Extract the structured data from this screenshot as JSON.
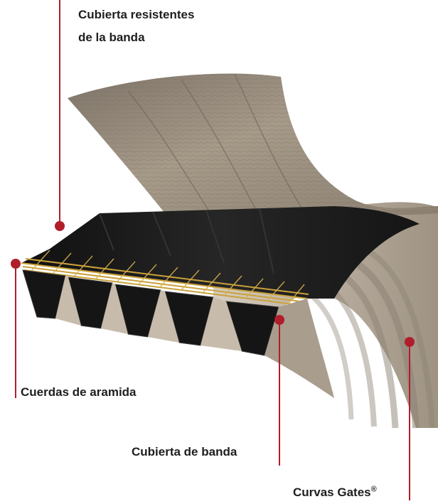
{
  "labels": {
    "cover_line1": "Cubierta resistentes",
    "cover_line2": "de la banda",
    "aramid": "Cuerdas de aramida",
    "band_cover": "Cubierta de banda",
    "gates_curves": "Curvas Gates",
    "gates_mark": "®"
  },
  "colors": {
    "leader": "#b01e2c",
    "fabric": "#a49786",
    "rubber_black": "#1b1b1b",
    "cords": "#c9a13a",
    "band_side": "#b9ae9f",
    "text": "#1e1e1e"
  },
  "icons": {
    "marker": "red-dot-icon"
  }
}
